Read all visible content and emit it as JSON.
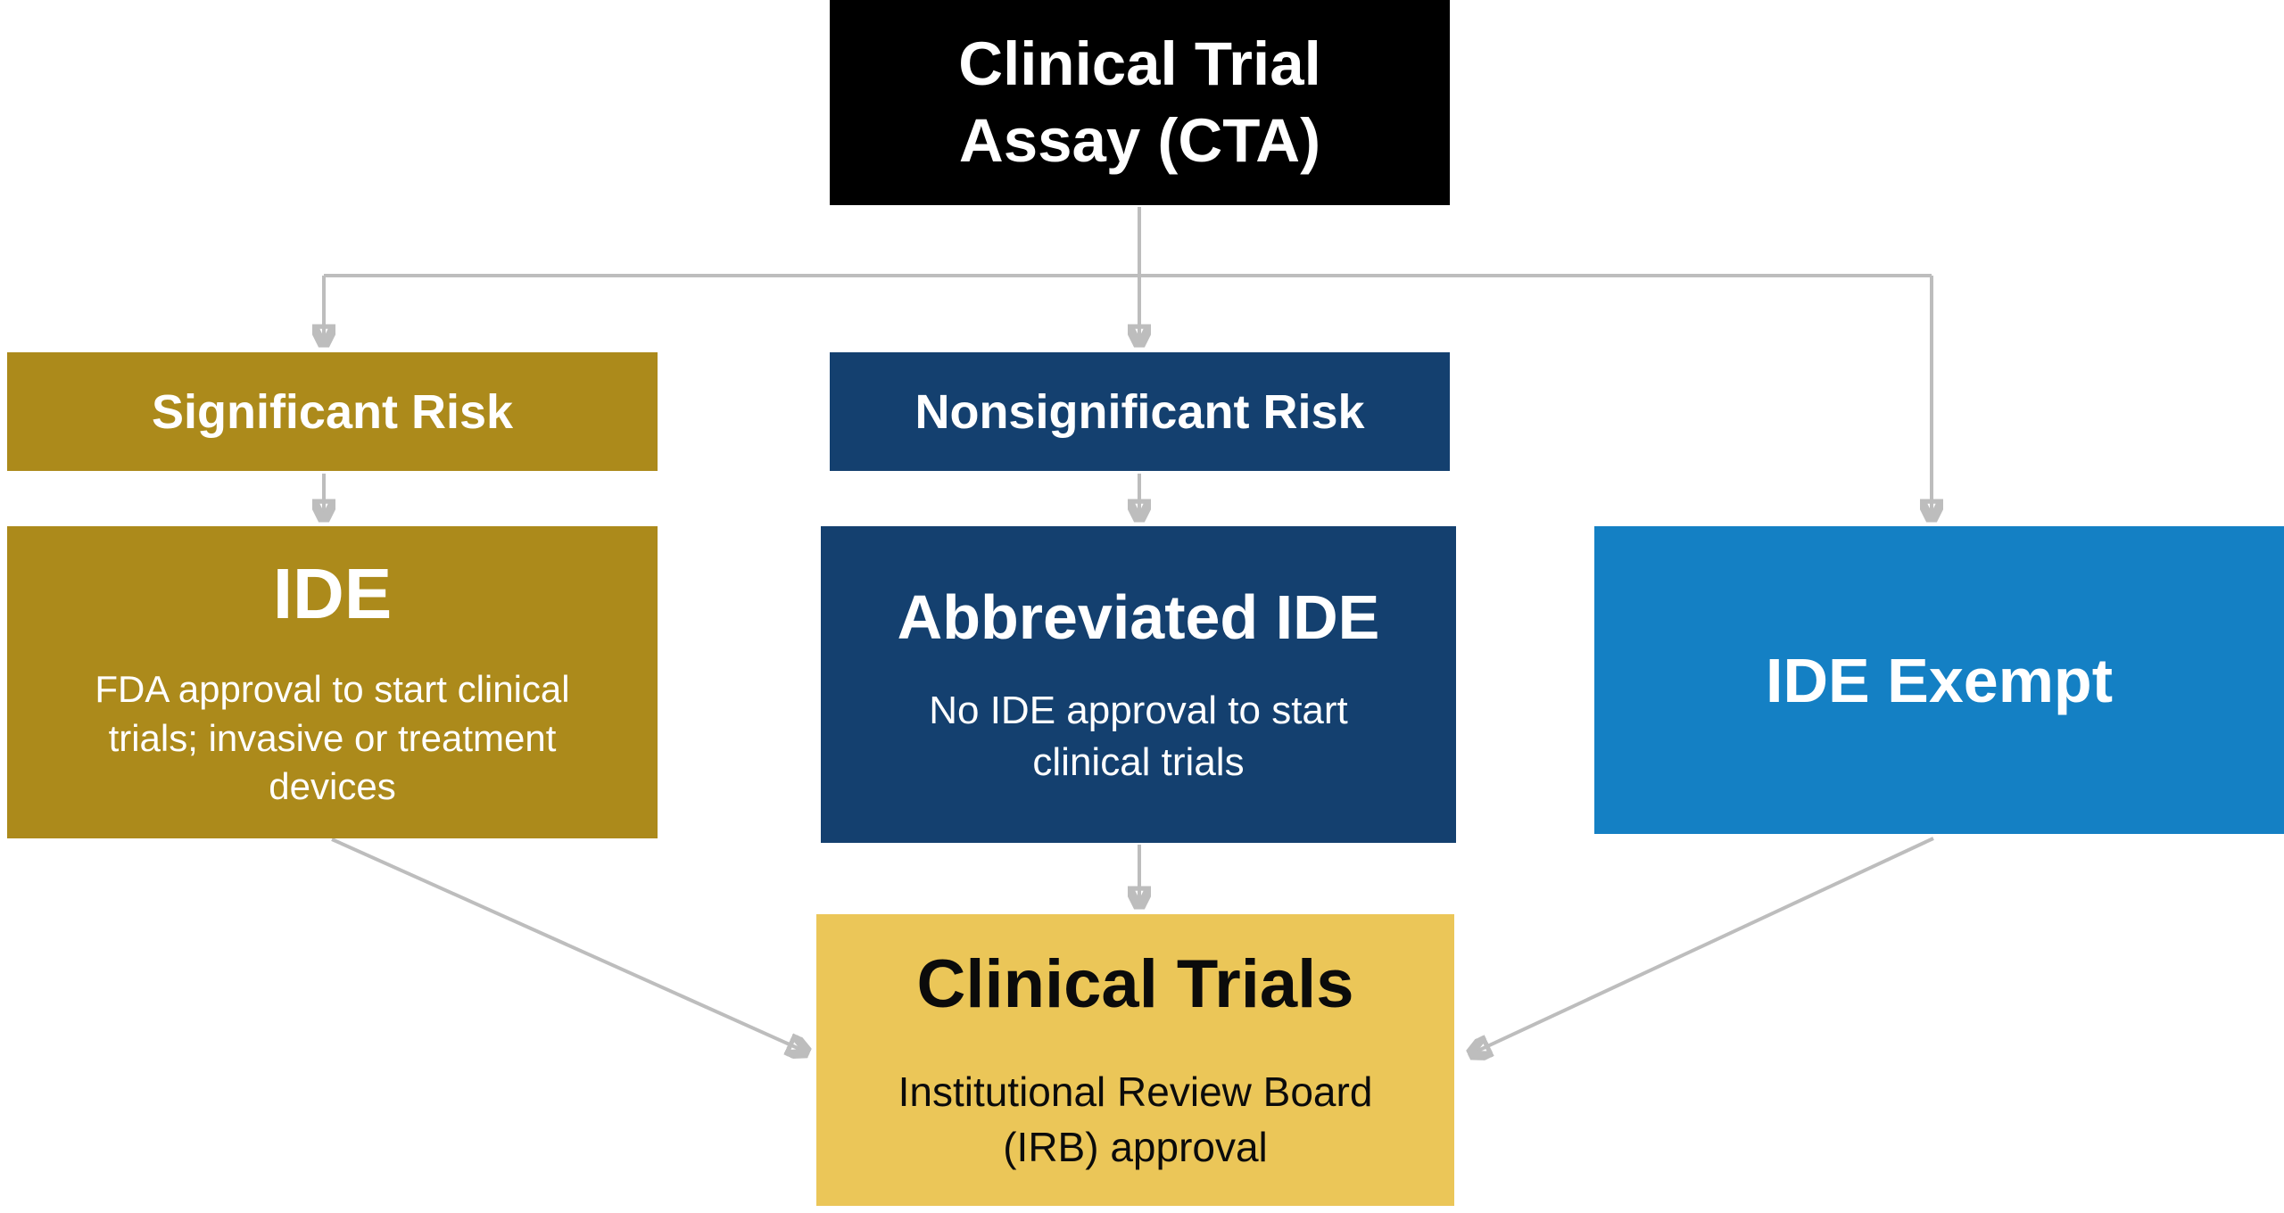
{
  "diagram": {
    "background_color": "#ffffff",
    "arrow_color": "#bdbdbd",
    "nodes": {
      "cta": {
        "title": "Clinical Trial\nAssay (CTA)",
        "bg": "#000000",
        "fg": "#ffffff"
      },
      "significant_risk": {
        "title": "Significant Risk",
        "bg": "#AC8A1B",
        "fg": "#ffffff"
      },
      "nonsignificant_risk": {
        "title": "Nonsignificant Risk",
        "bg": "#14406F",
        "fg": "#ffffff"
      },
      "ide": {
        "title": "IDE",
        "body": "FDA approval to start clinical\ntrials; invasive or treatment\ndevices",
        "bg": "#AC8A1B",
        "fg": "#ffffff"
      },
      "abbreviated_ide": {
        "title": "Abbreviated IDE",
        "body": "No IDE approval to start\nclinical trials",
        "bg": "#14406F",
        "fg": "#ffffff"
      },
      "ide_exempt": {
        "title": "IDE Exempt",
        "bg": "#1480C4",
        "fg": "#ffffff"
      },
      "clinical_trials": {
        "title": "Clinical Trials",
        "body": "Institutional Review Board\n(IRB) approval",
        "bg": "#EBC658",
        "fg": "#0b0b0b"
      }
    },
    "edges": [
      {
        "from": "cta",
        "to": "significant_risk"
      },
      {
        "from": "cta",
        "to": "nonsignificant_risk"
      },
      {
        "from": "cta",
        "to": "ide_exempt"
      },
      {
        "from": "significant_risk",
        "to": "ide"
      },
      {
        "from": "nonsignificant_risk",
        "to": "abbreviated_ide"
      },
      {
        "from": "ide",
        "to": "clinical_trials"
      },
      {
        "from": "abbreviated_ide",
        "to": "clinical_trials"
      },
      {
        "from": "ide_exempt",
        "to": "clinical_trials"
      }
    ]
  }
}
